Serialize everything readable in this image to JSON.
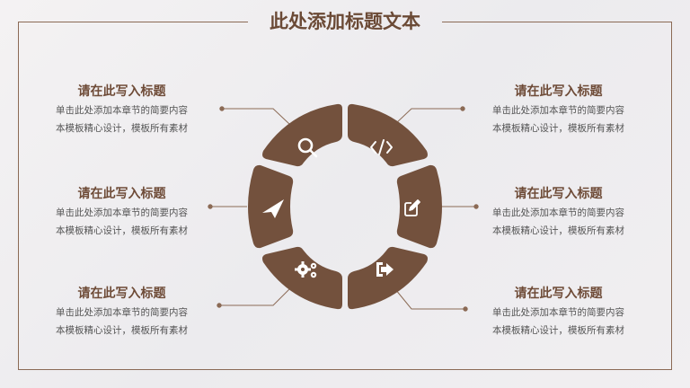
{
  "title": "此处添加标题文本",
  "colors": {
    "accent": "#73513d",
    "line": "#8b6a55",
    "title": "#6b4a36"
  },
  "items": [
    {
      "heading": "请在此写入标题",
      "line1": "单击此处添加本章节的简要内容",
      "line2": "本模板精心设计，模板所有素材",
      "icon": "search-icon"
    },
    {
      "heading": "请在此写入标题",
      "line1": "单击此处添加本章节的简要内容",
      "line2": "本模板精心设计，模板所有素材",
      "icon": "paper-plane-icon"
    },
    {
      "heading": "请在此写入标题",
      "line1": "单击此处添加本章节的简要内容",
      "line2": "本模板精心设计，模板所有素材",
      "icon": "gears-icon"
    },
    {
      "heading": "请在此写入标题",
      "line1": "单击此处添加本章节的简要内容",
      "line2": "本模板精心设计，模板所有素材",
      "icon": "code-icon"
    },
    {
      "heading": "请在此写入标题",
      "line1": "单击此处添加本章节的简要内容",
      "line2": "本模板精心设计，模板所有素材",
      "icon": "edit-icon"
    },
    {
      "heading": "请在此写入标题",
      "line1": "单击此处添加本章节的简要内容",
      "line2": "本模板精心设计，模板所有素材",
      "icon": "sign-out-icon"
    }
  ]
}
